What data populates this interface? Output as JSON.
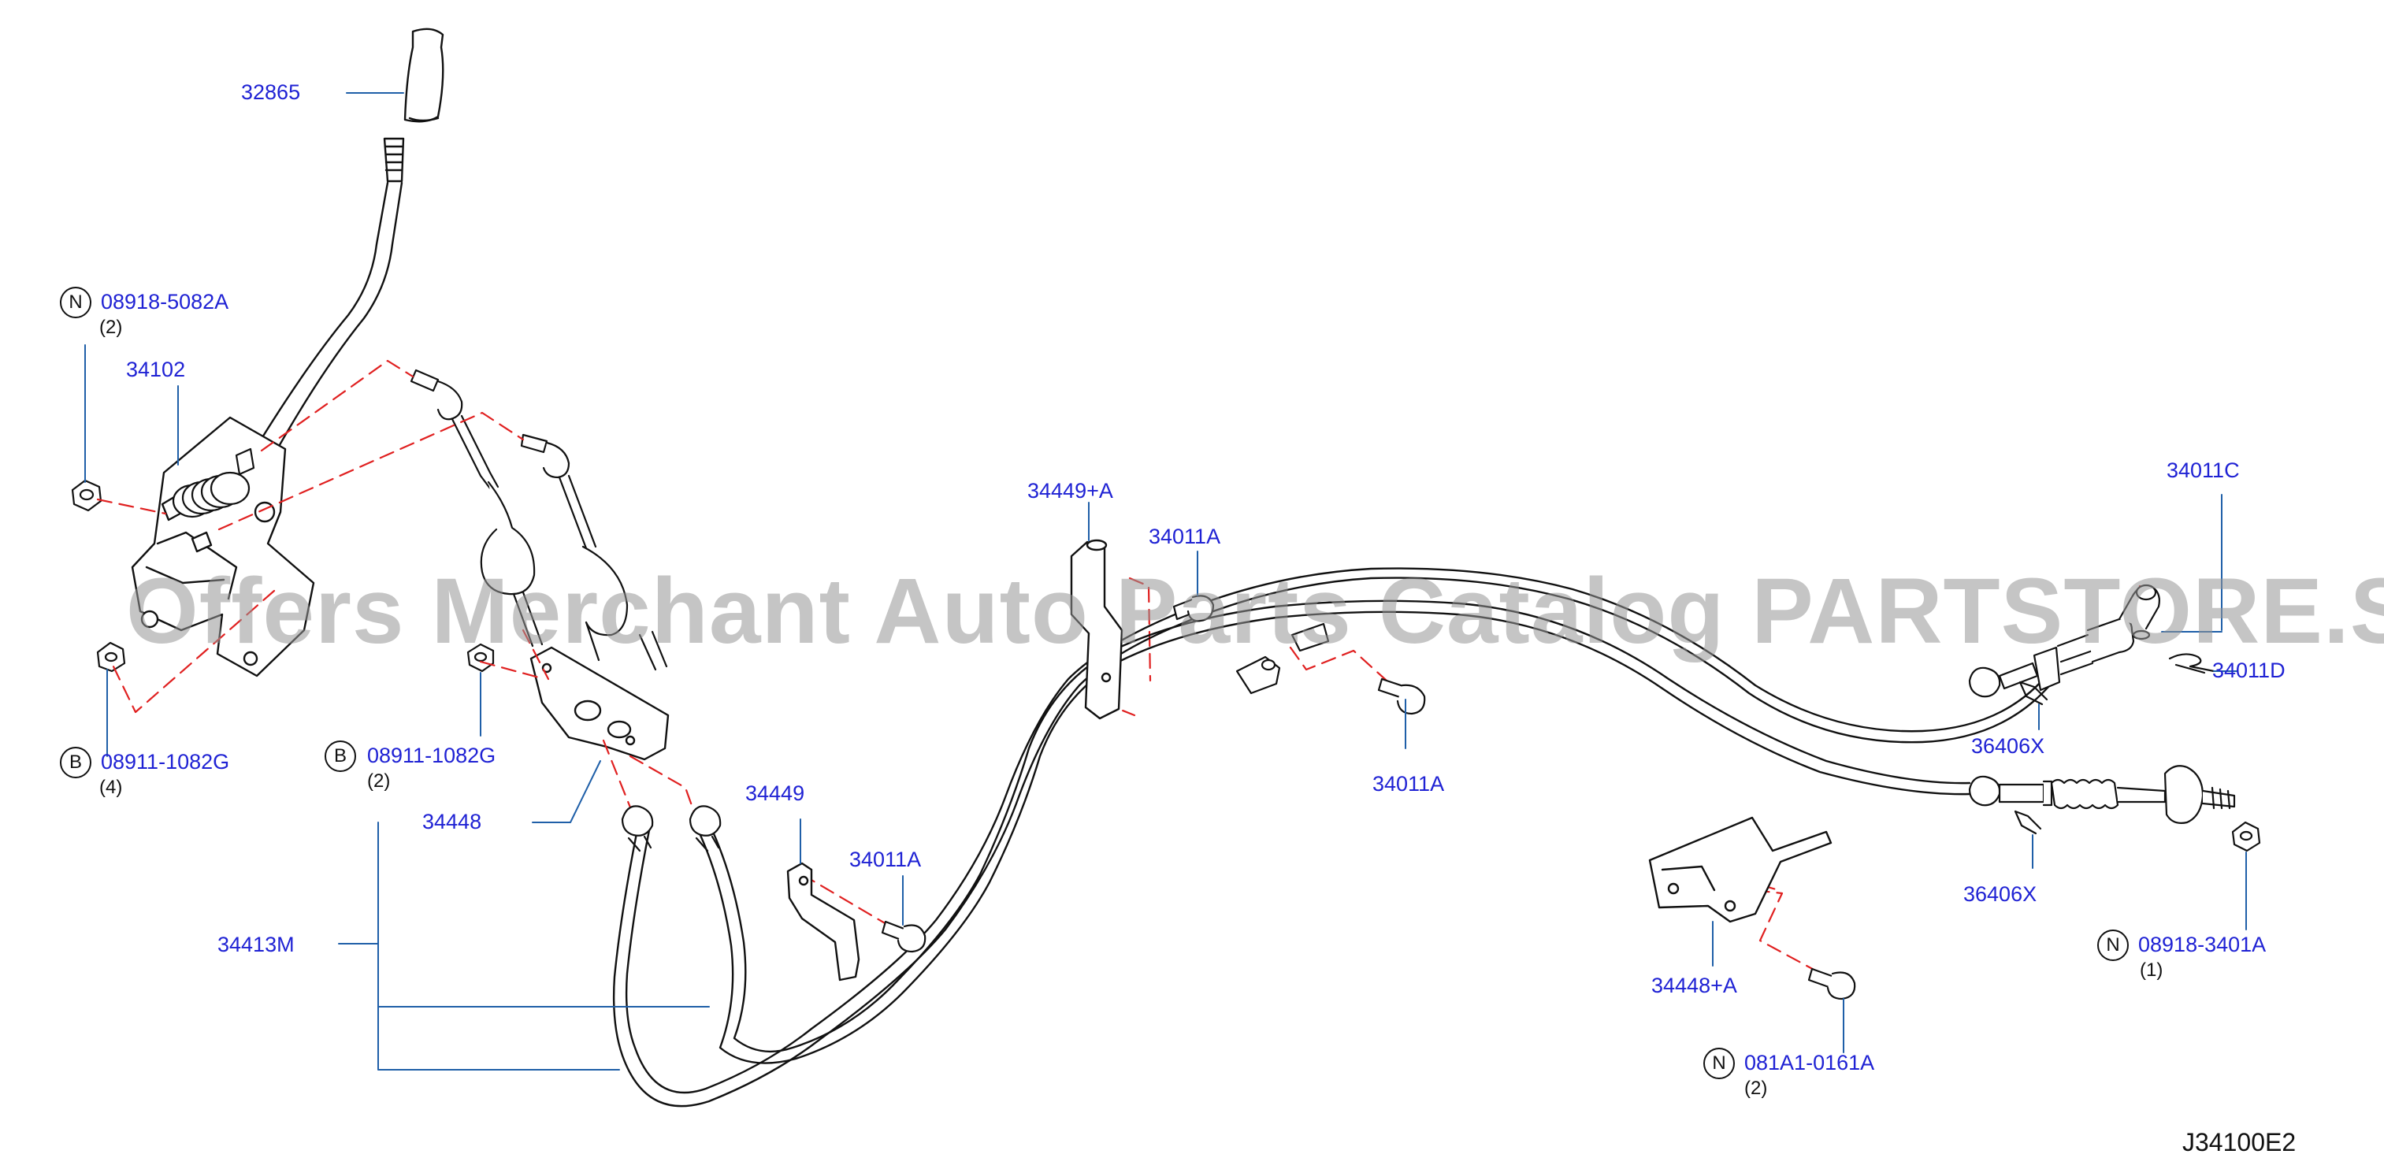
{
  "diagram_code": "J34100E2",
  "watermark": "Offers Merchant Auto Parts Catalog PARTSTORE.SA",
  "colors": {
    "label": "#1f22d4",
    "dashed_guide": "#e02020",
    "line": "#111111",
    "leader": "#1f5fa8"
  },
  "badges": {
    "n": "N",
    "b": "B"
  },
  "parts": {
    "p32865": "32865",
    "p08918_5082A": "08918-5082A",
    "q_08918_5082A": "(2)",
    "p34102": "34102",
    "p08911_1082G_left": "08911-1082G",
    "q_08911_1082G_left": "(4)",
    "p08911_1082G_mid": "08911-1082G",
    "q_08911_1082G_mid": "(2)",
    "p34448": "34448",
    "p34413M": "34413M",
    "p34449A": "34449+A",
    "p34011A_top": "34011A",
    "p34011A_mid": "34011A",
    "p34011A_low": "34011A",
    "p34449": "34449",
    "p34011C": "34011C",
    "p34011D": "34011D",
    "p36406X_top": "36406X",
    "p36406X_low": "36406X",
    "p08918_3401A": "08918-3401A",
    "q_08918_3401A": "(1)",
    "p34448A": "34448+A",
    "p081A1_0161A": "081A1-0161A",
    "q_081A1_0161A": "(2)"
  }
}
